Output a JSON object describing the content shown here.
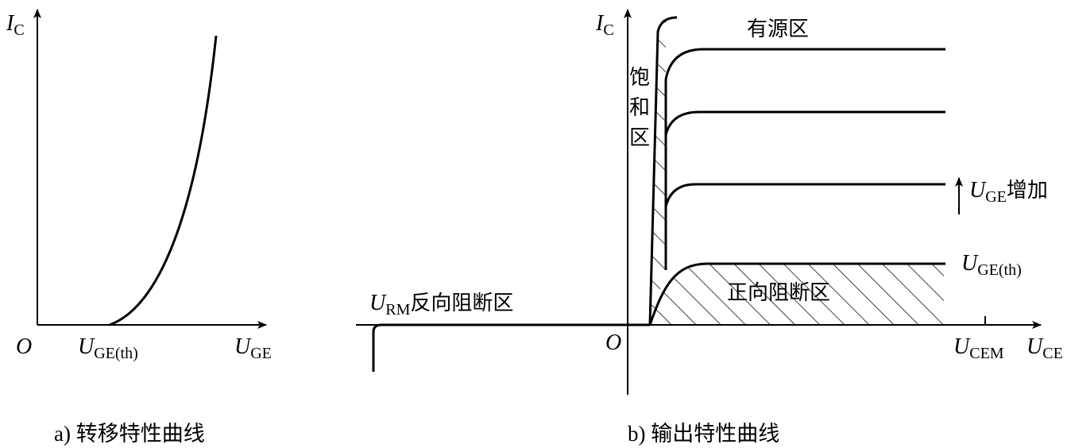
{
  "panel_a": {
    "y_axis": {
      "symbol": "I",
      "subscript": "C"
    },
    "x_axis": {
      "symbol": "U",
      "subscript": "GE"
    },
    "origin": "O",
    "threshold": {
      "symbol": "U",
      "subscript": "GE(th)"
    },
    "caption": "a) 转移特性曲线"
  },
  "panel_b": {
    "y_axis": {
      "symbol": "I",
      "subscript": "C"
    },
    "x_axis": {
      "symbol": "U",
      "subscript": "CE"
    },
    "origin": "O",
    "cem": {
      "symbol": "U",
      "subscript": "CEM"
    },
    "reverse_region": {
      "symbol": "U",
      "subscript": "RM",
      "text": "反向阻断区"
    },
    "active_region": "有源区",
    "saturation_region": [
      "饱",
      "和",
      "区"
    ],
    "forward_block_region": "正向阻断区",
    "uge_increase": {
      "symbol": "U",
      "subscript": "GE",
      "text": "增加"
    },
    "threshold_curve": {
      "symbol": "U",
      "subscript": "GE(th)"
    },
    "caption": "b) 输出特性曲线"
  }
}
